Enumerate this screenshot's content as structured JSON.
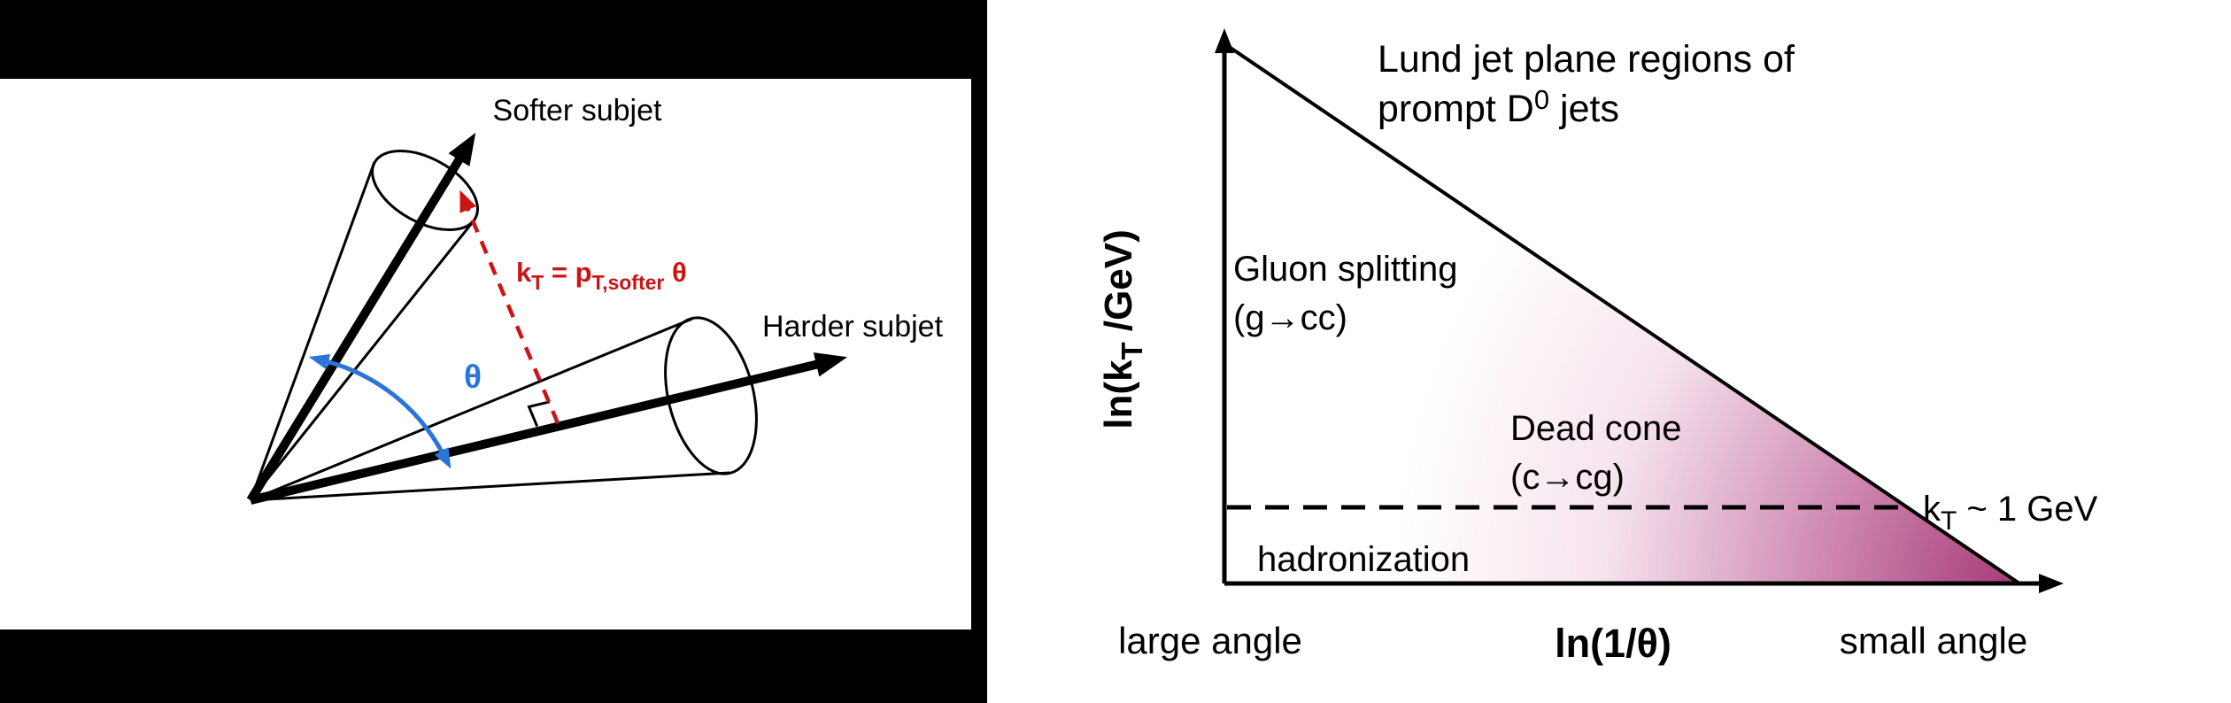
{
  "colors": {
    "figure_frame": "#000000",
    "canvas": "#ffffff",
    "ink": "#000000",
    "kt_arrow_red": "#cc1414",
    "angle_blue": "#2a75d8",
    "lund_core": "#a63a78",
    "lund_mid": "#cd86b0",
    "lund_light": "#f6e3ee",
    "lund_white": "#ffffff"
  },
  "left_panel": {
    "softer_subjet_label": "Softer subjet",
    "harder_subjet_label": "Harder subjet",
    "kt_formula": {
      "pre": "k",
      "sub1": "T",
      "mid": " = p",
      "sub2": "T,softer",
      "post": " θ"
    },
    "angle_label": "θ"
  },
  "right_panel": {
    "title_line1": "Lund jet plane regions of",
    "title_line2": {
      "pre": "prompt D",
      "sup": "0",
      "post": " jets"
    },
    "y_axis_label": {
      "pre": "ln(k",
      "sub": "T",
      "post": " /GeV)"
    },
    "x_axis_label": "ln(1/θ)",
    "x_left_label": "large angle",
    "x_right_label": "small angle",
    "region_gluon_line1": "Gluon splitting",
    "region_gluon_line2": "(g→cc)",
    "region_deadcone_line1": "Dead cone",
    "region_deadcone_line2": "(c→cg)",
    "region_hadronization": "hadronization",
    "kt_threshold": {
      "pre": "k",
      "sub": "T",
      "post": " ~ 1 GeV"
    }
  }
}
